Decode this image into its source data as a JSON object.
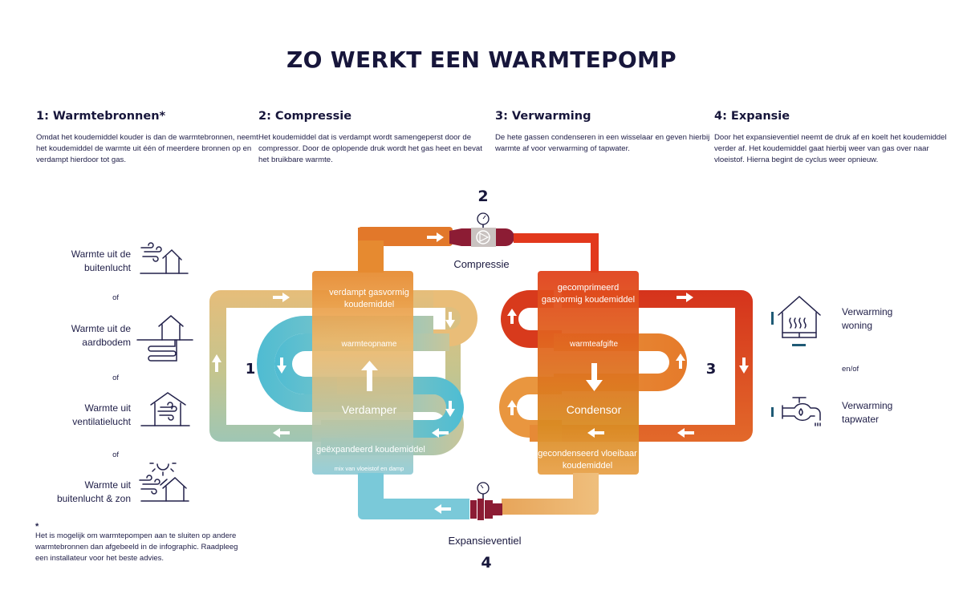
{
  "title": "ZO WERKT EEN WARMTEPOMP",
  "steps": [
    {
      "heading": "1: Warmtebronnen*",
      "text": "Omdat het koudemiddel kouder is dan de warmtebronnen, neemt het koudemiddel de warmte uit één of meerdere bronnen op en verdampt hierdoor tot gas."
    },
    {
      "heading": "2: Compressie",
      "text": "Het koudemiddel dat is verdampt wordt samengeperst door de compressor. Door de oplopende druk wordt het gas heet en bevat het bruikbare warmte."
    },
    {
      "heading": "3: Verwarming",
      "text": "De hete gassen condenseren in een wisselaar en geven hierbij warmte af voor verwarming of tapwater."
    },
    {
      "heading": "4: Expansie",
      "text": "Door het expansieventiel neemt de druk af en koelt het koudemiddel verder af. Het koudemiddel gaat hierbij weer van gas over naar vloeistof. Hierna begint de cyclus weer opnieuw."
    }
  ],
  "sources": [
    {
      "line1": "Warmte uit de",
      "line2": "buitenlucht",
      "icon": "wind-house-icon"
    },
    {
      "line1": "Warmte uit de",
      "line2": "aardbodem",
      "icon": "ground-loop-house-icon"
    },
    {
      "line1": "Warmte uit",
      "line2": "ventilatielucht",
      "icon": "ventilation-house-icon"
    },
    {
      "line1": "Warmte uit",
      "line2": "buitenlucht & zon",
      "icon": "sun-wind-house-icon"
    }
  ],
  "separator_of": "of",
  "outputs": [
    {
      "line1": "Verwarming",
      "line2": "woning",
      "icon": "heated-house-icon"
    },
    {
      "line1": "Verwarming",
      "line2": "tapwater",
      "icon": "hot-water-tap-icon"
    }
  ],
  "separator_enof": "en/of",
  "footnote": {
    "star": "*",
    "text": "Het is mogelijk om warmtepompen aan te sluiten op andere warmtebronnen dan afgebeeld in de infographic. Raadpleeg een installateur voor het beste advies."
  },
  "diagram": {
    "numbers": {
      "n1": "1",
      "n2": "2",
      "n3": "3",
      "n4": "4"
    },
    "compressor_label": "Compressie",
    "valve_label": "Expansieventiel",
    "evaporator": {
      "top_line1": "verdampt gasvormig",
      "top_line2": "koudemiddel",
      "coil_label": "warmteopname",
      "name": "Verdamper",
      "bottom_line1": "geëxpandeerd koudemiddel",
      "bottom_line2": "mix van vloeistof en damp"
    },
    "condenser": {
      "top_line1": "gecomprimeerd",
      "top_line2": "gasvormig koudemiddel",
      "coil_label": "warmteafgifte",
      "name": "Condensor",
      "bottom_line1": "gecondenseerd vloeibaar",
      "bottom_line2": "koudemiddel"
    }
  },
  "colors": {
    "navy": "#17163b",
    "orange": "#e0782a",
    "light_orange": "#efb769",
    "blue": "#5fbfd3",
    "red": "#d9341f",
    "maroon": "#8c1c34",
    "sage": "#b5c39a"
  }
}
